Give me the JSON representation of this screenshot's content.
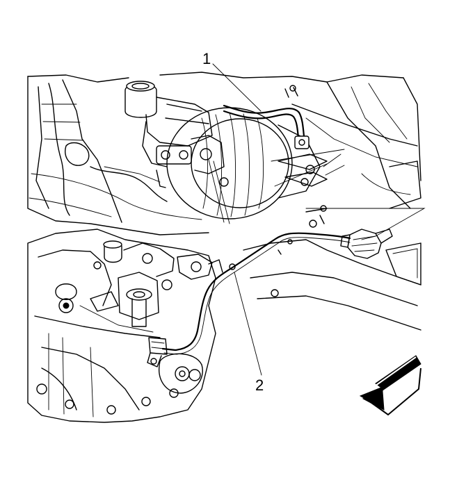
{
  "callouts": [
    {
      "id": "1",
      "label": "1"
    },
    {
      "id": "2",
      "label": "2"
    }
  ],
  "colors": {
    "ink": "#000000",
    "background": "#ffffff"
  },
  "icons": {
    "direction": "front-direction-arrow-icon"
  }
}
